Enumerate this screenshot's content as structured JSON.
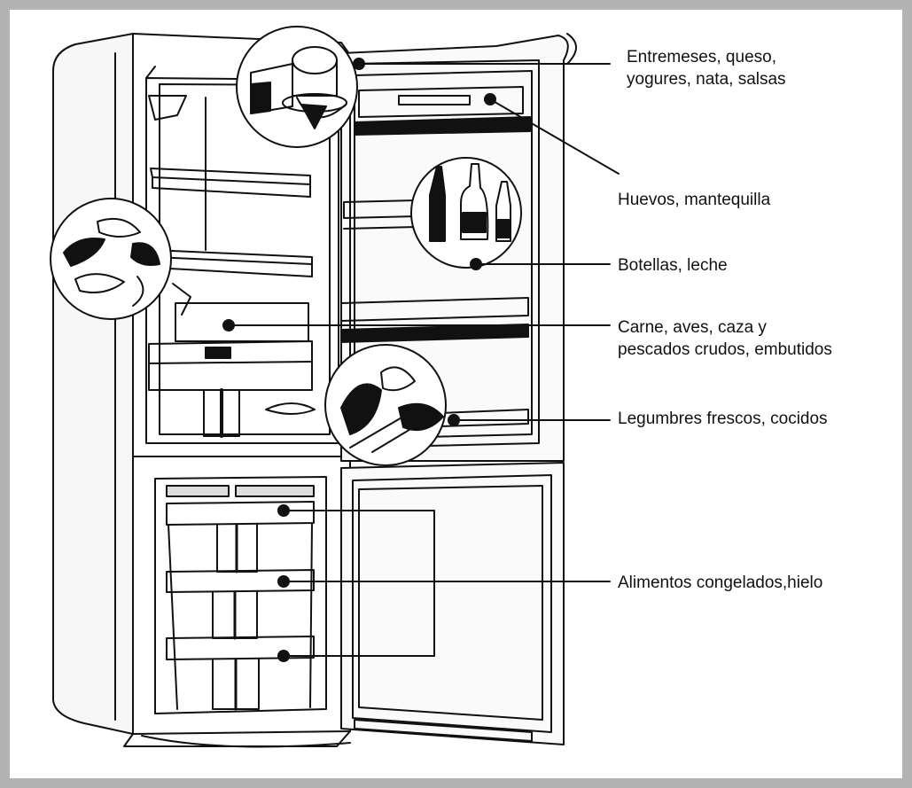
{
  "labels": {
    "dairy": {
      "line1": "Entremeses, queso,",
      "line2": "yogures, nata, salsas"
    },
    "eggs": {
      "line1": "Huevos, mantequilla"
    },
    "bottles": {
      "line1": "Botellas, leche"
    },
    "meat": {
      "line1": "Carne, aves, caza y",
      "line2": "pescados crudos, embutidos"
    },
    "vegetables": {
      "line1": "Legumbres frescos, cocidos"
    },
    "frozen": {
      "line1": "Alimentos congelados,hielo"
    }
  },
  "colors": {
    "frame": "#b3b3b3",
    "ink": "#111111",
    "background": "#ffffff"
  }
}
